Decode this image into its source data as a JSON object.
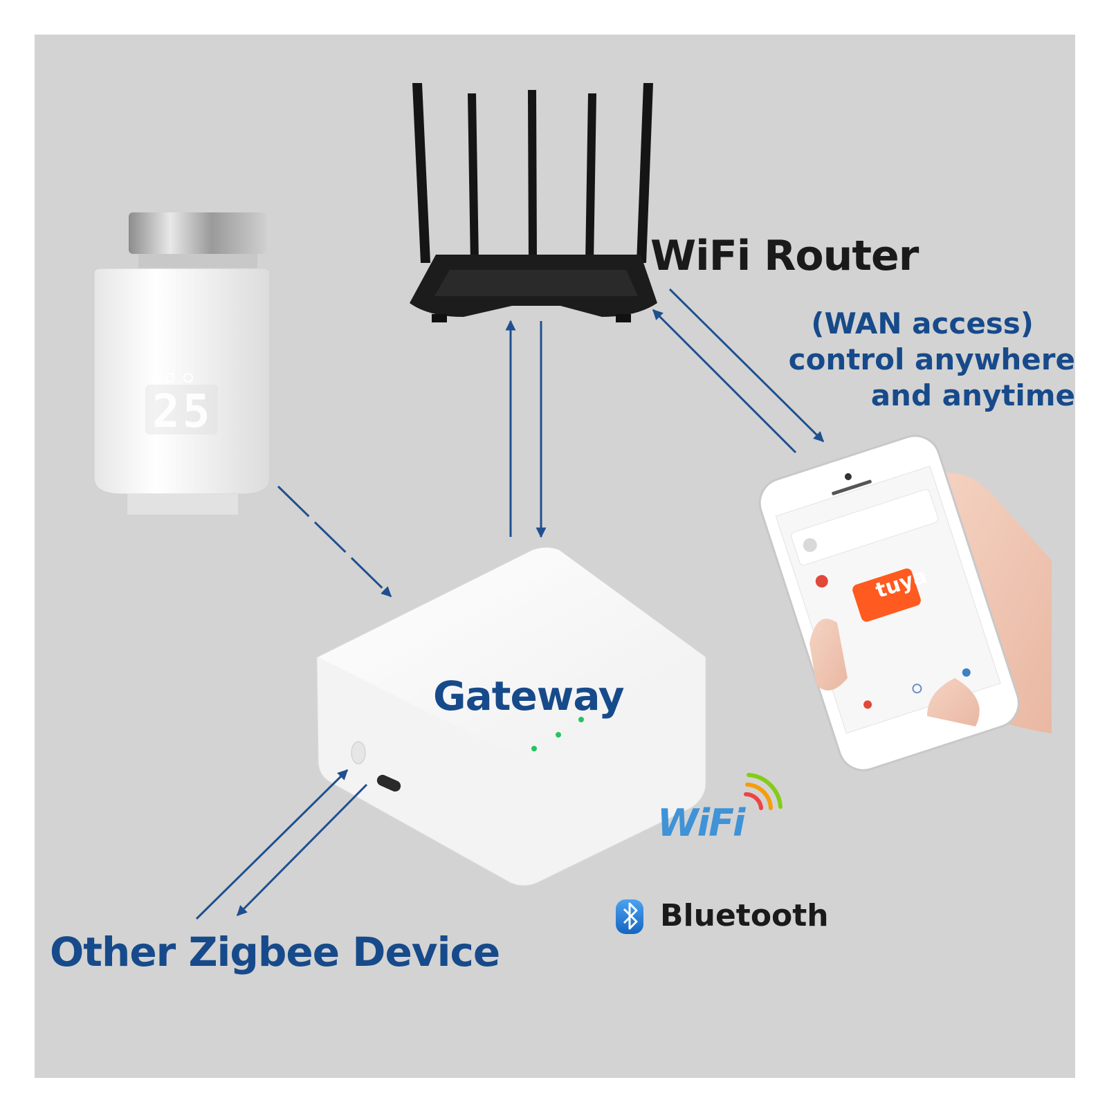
{
  "labels": {
    "router": "WiFi Router",
    "wan_line1": "(WAN access)",
    "wan_line2": "control anywhere",
    "wan_line3": "and anytime",
    "gateway": "Gateway",
    "zigbee": "Other Zigbee Device",
    "wifi_logo": "WiFi",
    "bluetooth": "Bluetooth"
  },
  "devices": {
    "thermostat_display": "25",
    "app_logo": "tuya"
  },
  "colors": {
    "background": "#d3d3d3",
    "arrow": "#1f4f8f",
    "label_blue": "#174a8a",
    "tuya_orange": "#ff5a1f",
    "wifi_blue": "#3f93d6",
    "led_green": "#22c55e"
  }
}
